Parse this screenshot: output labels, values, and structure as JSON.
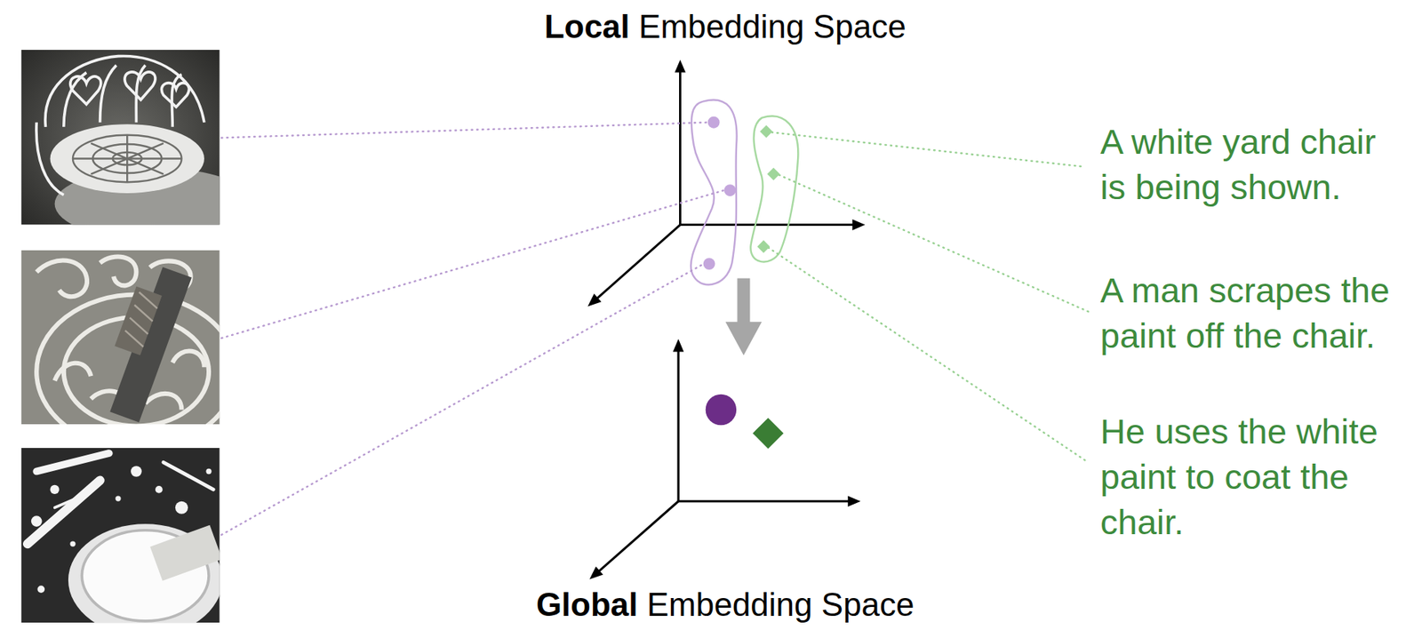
{
  "diagram": {
    "labels": [
      "Local Embedding Space",
      "A white yard chair is being shown.",
      "A man scrapes the paint off the chair.",
      "He uses the white paint to coat the chair.",
      "Global Embedding Space"
    ]
  }
}
